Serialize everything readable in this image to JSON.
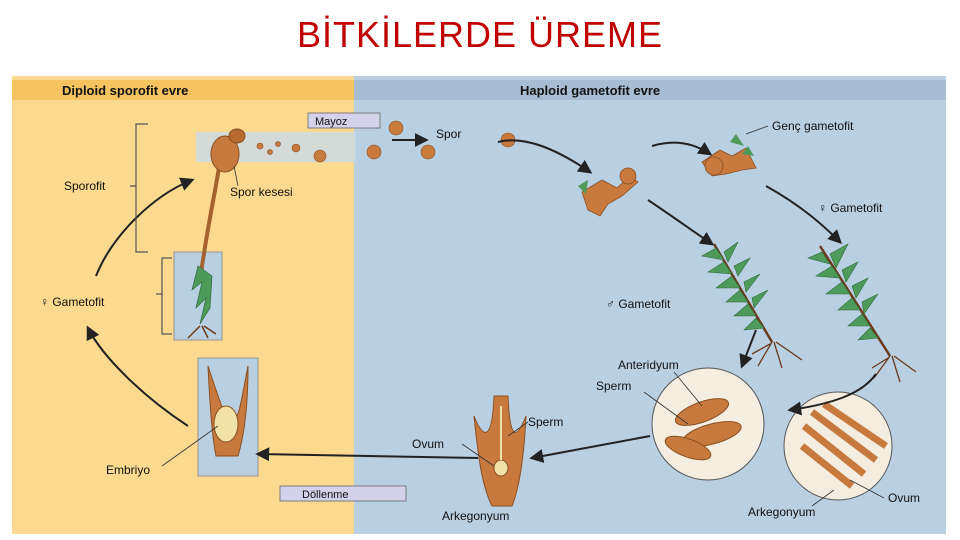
{
  "title": "BİTKİLERDE ÜREME",
  "phases": {
    "diploid": "Diploid sporofit evre",
    "haploid": "Haploid gametofit evre"
  },
  "boxes": {
    "mayoz": "Mayoz",
    "dollenme": "Döllenme"
  },
  "labels": {
    "spor": "Spor",
    "genc_gametofit": "Genç gametofit",
    "female_gametofit_right": "♀ Gametofit",
    "male_gametofit": "♂ Gametofit",
    "anteridyum": "Anteridyum",
    "sperm_top": "Sperm",
    "sperm_mid": "Sperm",
    "ovum_mid": "Ovum",
    "ovum_right": "Ovum",
    "arkegonyum_mid": "Arkegonyum",
    "arkegonyum_right": "Arkegonyum",
    "sporofit": "Sporofit",
    "spor_kesesi": "Spor kesesi",
    "female_gametofit_left": "♀ Gametofit",
    "embriyo": "Embriyo"
  },
  "colors": {
    "title": "#c00000",
    "diploid_bg": "#fbd98f",
    "haploid_bg": "#b9cfe2",
    "header_bg": "#a6bdd3",
    "plant_brown": "#c87a3e",
    "leaf_green": "#4e9a5a"
  }
}
